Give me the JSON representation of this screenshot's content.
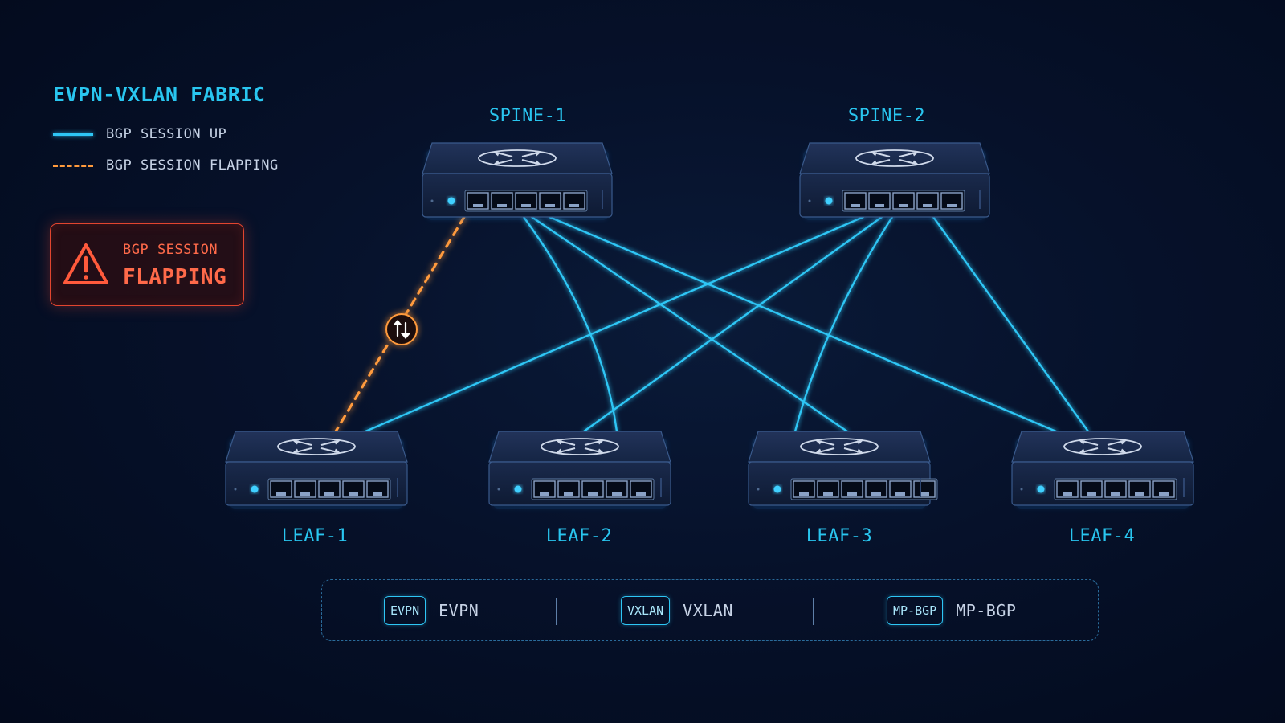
{
  "legend": {
    "title": "EVPN-VXLAN FABRIC",
    "items": [
      {
        "label": "BGP SESSION UP",
        "style": "solid",
        "color": "#2ec6f5"
      },
      {
        "label": "BGP SESSION FLAPPING",
        "style": "dashed",
        "color": "#ff9a3c"
      }
    ]
  },
  "alert": {
    "line1": "BGP SESSION",
    "line2": "FLAPPING",
    "color": "#e2452f",
    "icon": "warning-triangle-icon"
  },
  "nodes": {
    "spines": [
      "SPINE-1",
      "SPINE-2"
    ],
    "leaves": [
      "LEAF-1",
      "LEAF-2",
      "LEAF-3",
      "LEAF-4"
    ]
  },
  "links": [
    {
      "from": "SPINE-1",
      "to": "LEAF-1",
      "status": "flapping"
    },
    {
      "from": "SPINE-1",
      "to": "LEAF-2",
      "status": "up"
    },
    {
      "from": "SPINE-1",
      "to": "LEAF-3",
      "status": "up"
    },
    {
      "from": "SPINE-1",
      "to": "LEAF-4",
      "status": "up"
    },
    {
      "from": "SPINE-2",
      "to": "LEAF-1",
      "status": "up"
    },
    {
      "from": "SPINE-2",
      "to": "LEAF-2",
      "status": "up"
    },
    {
      "from": "SPINE-2",
      "to": "LEAF-3",
      "status": "up"
    },
    {
      "from": "SPINE-2",
      "to": "LEAF-4",
      "status": "up"
    }
  ],
  "protocols": [
    {
      "badge": "EVPN",
      "name": "EVPN"
    },
    {
      "badge": "VXLAN",
      "name": "VXLAN"
    },
    {
      "badge": "MP-BGP",
      "name": "MP-BGP"
    }
  ],
  "colors": {
    "up": "#2ec6f5",
    "flapping": "#ff9a3c",
    "label": "#29c6f0",
    "alert": "#e2452f"
  }
}
